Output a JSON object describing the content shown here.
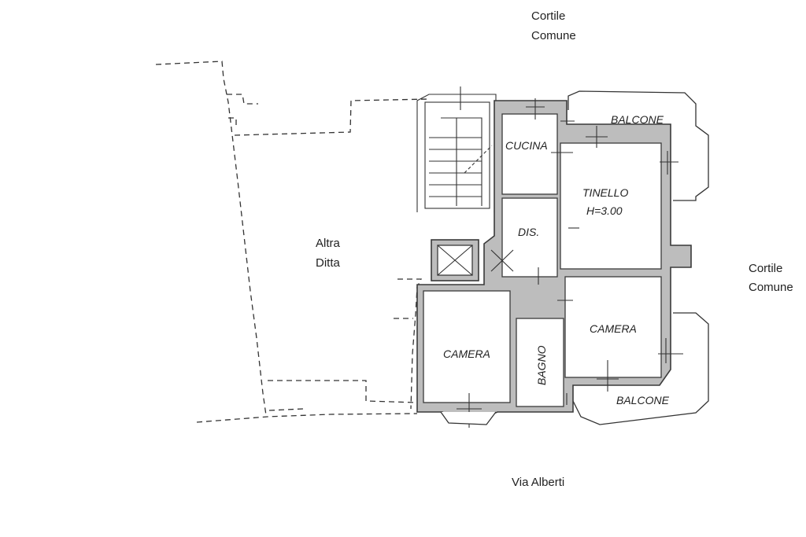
{
  "outside": {
    "top_line1": "Cortile",
    "top_line2": "Comune",
    "right_line1": "Cortile",
    "right_line2": "Comune",
    "left_line1": "Altra",
    "left_line2": "Ditta",
    "street": "Via Alberti"
  },
  "rooms": {
    "cucina": "CUCINA",
    "balcone_top": "BALCONE",
    "tinello": "TINELLO",
    "tinello_height": "H=3.00",
    "dis": "DIS.",
    "camera_left": "CAMERA",
    "camera_right": "CAMERA",
    "bagno": "BAGNO",
    "balcone_bottom": "BALCONE"
  }
}
